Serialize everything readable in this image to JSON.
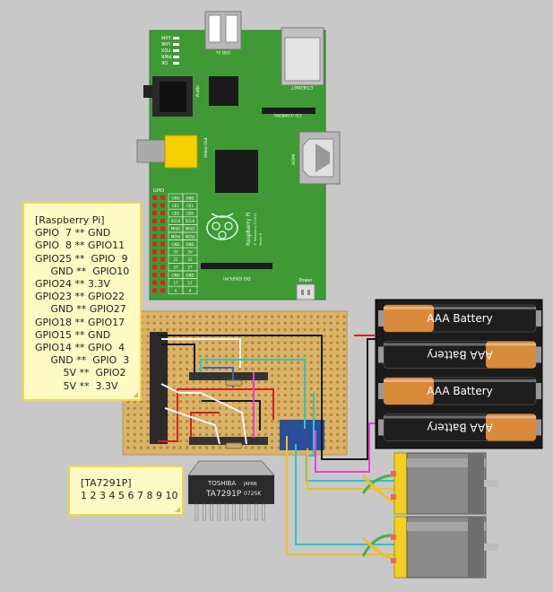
{
  "pi_note": {
    "title": "[Raspberry Pi]",
    "rows": [
      "GPIO  7 ** GND",
      "GPIO  8 ** GPIO11",
      "GPIO25 **  GPIO  9",
      "     GND **  GPIO10",
      "GPIO24 ** 3.3V",
      "GPIO23 ** GPIO22",
      "     GND ** GPIO27",
      "GPIO18 ** GPIO17",
      "GPIO15 ** GND",
      "GPIO14 ** GPIO  4",
      "     GND **  GPIO  3",
      "         5V **  GPIO2",
      "         5V **  3.3V"
    ]
  },
  "ta_note": {
    "title": "[TA7291P]",
    "pins": "1 2 3 4 5 6 7 8 9 10"
  },
  "ic": {
    "maker": "TOSHIBA",
    "origin": "JAPAN",
    "part": "TA7291P",
    "lot": "0725K"
  },
  "pi_board": {
    "leds": [
      "10M",
      "LNK",
      "FDX",
      "PWR",
      "OK"
    ],
    "usb": "USB 2x",
    "ethernet": "ETHERNET",
    "audio": "Audio",
    "video": "Video-Out",
    "camera": "CSI (CAMERA)",
    "hdmi": "HDMI",
    "display": "DSI (DISPLAY)",
    "power": "Power",
    "gpio": "GPIO",
    "logo_line1": "Raspberry Pi",
    "logo_line2": "© Raspberry Pi 2012",
    "model": "Model B",
    "header_left": [
      "GND",
      "CE1",
      "CE0",
      "SCLK",
      "MISO",
      "MOSI",
      "GND",
      "3V",
      "22",
      "27",
      "GND",
      "17",
      "4",
      "SCL",
      "SDA",
      "5V"
    ],
    "header_right": [
      "GND",
      "CE1",
      "CE0",
      "SCLK",
      "MISO",
      "MOSI",
      "GND",
      "3V",
      "22",
      "27",
      "GND",
      "17",
      "4",
      "SCL",
      "SDA",
      "5V"
    ]
  },
  "batteries": [
    {
      "label": "AAA Battery"
    },
    {
      "label": "AAA Battery"
    },
    {
      "label": "AAA Battery"
    },
    {
      "label": "AAA Battery"
    }
  ],
  "colors": {
    "background": "#c8c8c8",
    "pcb": "#3f9a35",
    "protoboard": "#d9b36a",
    "note_fill": "#fff9c4",
    "note_border": "#f2d64b",
    "wire_red": "#d42020",
    "wire_black": "#1a1a1a",
    "wire_cyan": "#2ec4c4",
    "wire_magenta": "#ee3cd8",
    "wire_yellow": "#f0c020",
    "wire_green": "#4caf50",
    "wire_blue": "#3a64c8",
    "wire_white": "#f4f4f4"
  }
}
